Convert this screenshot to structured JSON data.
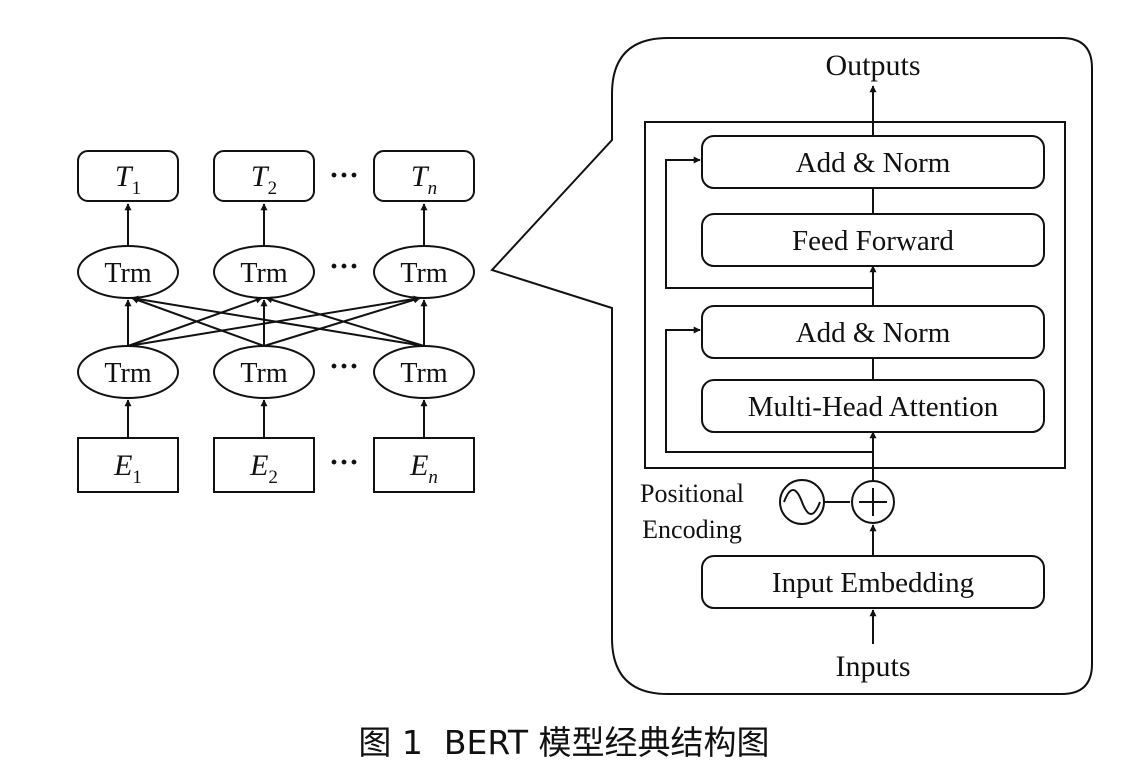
{
  "left": {
    "outputs": [
      {
        "letter": "T",
        "sub": "1"
      },
      {
        "letter": "T",
        "sub": "2"
      },
      {
        "letter": "T",
        "sub": "n"
      }
    ],
    "trm_label": "Trm",
    "embeddings": [
      {
        "letter": "E",
        "sub": "1"
      },
      {
        "letter": "E",
        "sub": "2"
      },
      {
        "letter": "E",
        "sub": "n"
      }
    ],
    "ellipsis": "···"
  },
  "right": {
    "outputs_label": "Outputs",
    "add_norm_top": "Add & Norm",
    "feed_forward": "Feed Forward",
    "add_norm_bottom": "Add & Norm",
    "multi_head_attention": "Multi-Head Attention",
    "positional_line1": "Positional",
    "positional_line2": "Encoding",
    "input_embedding": "Input Embedding",
    "inputs_label": "Inputs"
  },
  "caption": "图 1  BERT 模型经典结构图"
}
